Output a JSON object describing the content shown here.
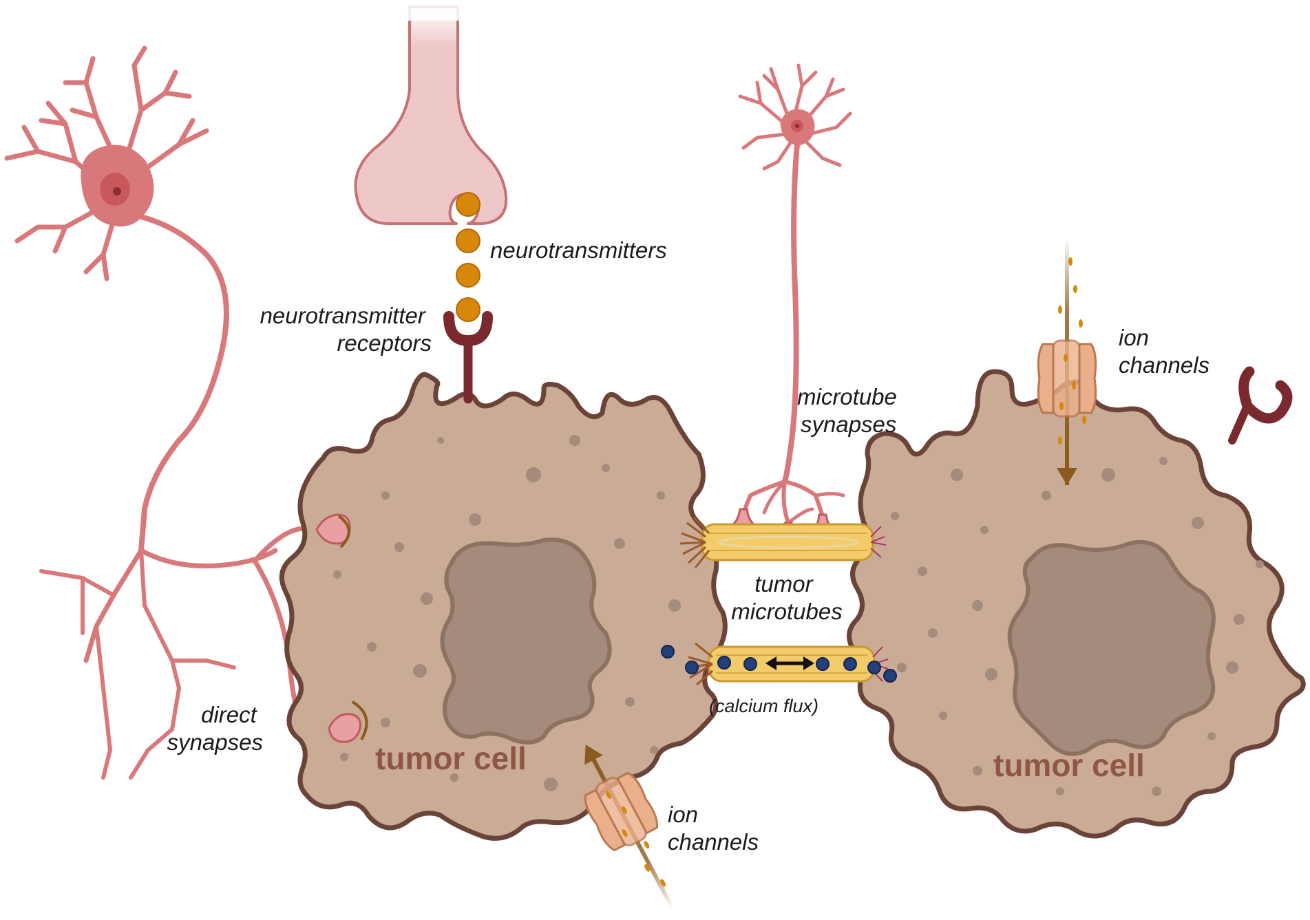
{
  "labels": {
    "neurotransmitters": "neurotransmitters",
    "neurotransmitter_receptors": [
      "neurotransmitter",
      "receptors"
    ],
    "microtube_synapses": [
      "microtube",
      "synapses"
    ],
    "ion_channels_top": [
      "ion",
      "channels"
    ],
    "ion_channels_bottom": [
      "ion",
      "channels"
    ],
    "direct_synapses": [
      "direct",
      "synapses"
    ],
    "tumor_microtubes": [
      "tumor",
      "microtubes"
    ],
    "calcium_flux": "(calcium flux)",
    "tumor_cell_left": "tumor cell",
    "tumor_cell_right": "tumor cell"
  },
  "colors": {
    "neuron": "#d9787a",
    "neuron_outline": "#c0595d",
    "presynaptic": "#eec8c8",
    "cell_body": "#c9ab96",
    "cell_outline": "#6b4338",
    "nucleus": "#a58b7b",
    "nucleus_outline": "#8d7262",
    "receptor": "#7a2a2e",
    "vesicle": "#d7870a",
    "microtube": "#f3cb6b",
    "calcium": "#23407a",
    "ion_channel": "#eab08c",
    "ion_arrow": "#8a5a1e",
    "cell_label": "#8f5646"
  }
}
